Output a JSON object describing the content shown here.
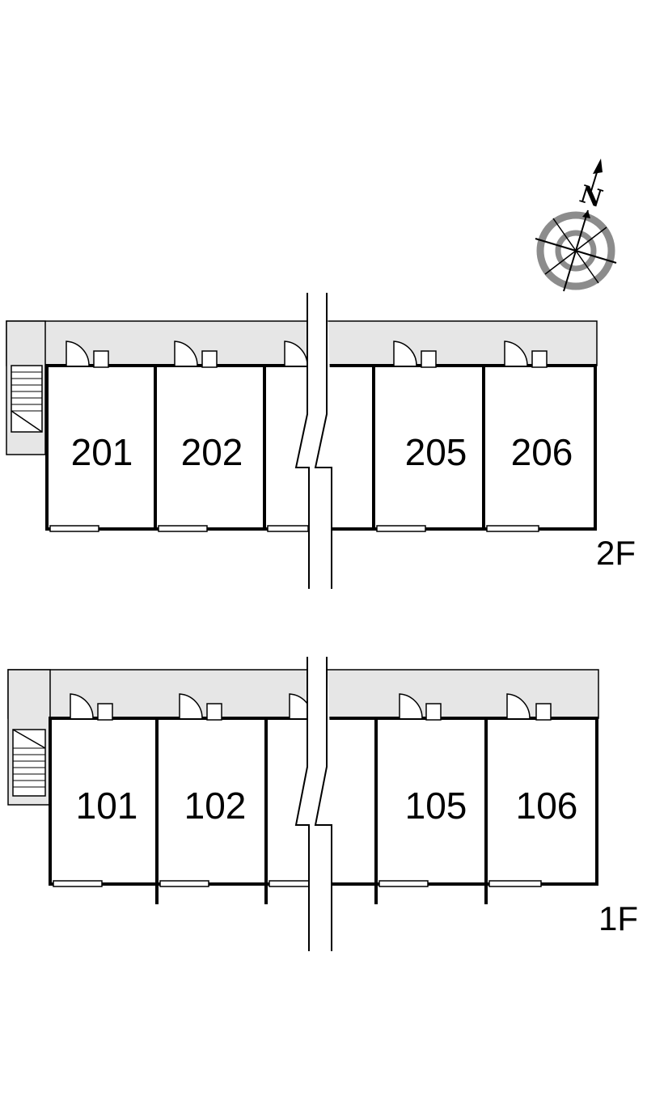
{
  "compass": {
    "label": "N",
    "icon": "compass-icon"
  },
  "floors": [
    {
      "label": "2F",
      "units": [
        "201",
        "202",
        "205",
        "206"
      ]
    },
    {
      "label": "1F",
      "units": [
        "101",
        "102",
        "105",
        "106"
      ]
    }
  ],
  "colors": {
    "walls": "#000000",
    "corridor": "#e6e6e6",
    "background": "#ffffff"
  }
}
